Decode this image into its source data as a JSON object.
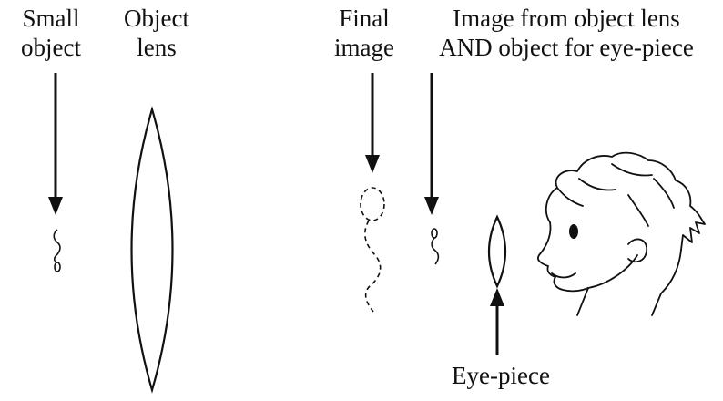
{
  "labels": {
    "small_object": [
      "Small",
      "object"
    ],
    "object_lens": [
      "Object",
      "lens"
    ],
    "final_image": [
      "Final",
      "image"
    ],
    "intermediate_image": [
      "Image from object lens",
      "AND object for eye-piece"
    ],
    "eye_piece": "Eye-piece"
  },
  "colors": {
    "ink": "#111111",
    "background": "#ffffff"
  }
}
